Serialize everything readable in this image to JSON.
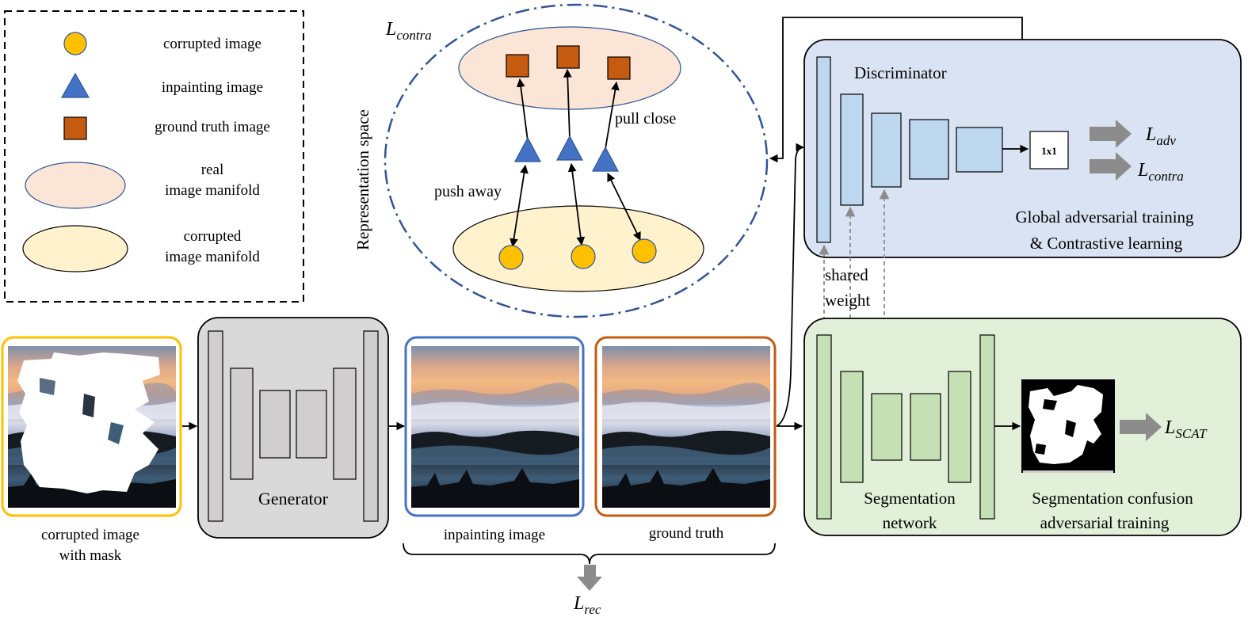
{
  "legend": {
    "items": [
      {
        "label": "corrupted image"
      },
      {
        "label": "inpainting image"
      },
      {
        "label": "ground truth image"
      },
      {
        "label_line1": "real",
        "label_line2": "image manifold"
      },
      {
        "label_line1": "corrupted",
        "label_line2": "image manifold"
      }
    ]
  },
  "representation": {
    "axis_label": "Representation  space",
    "loss_main": "L",
    "loss_sub": "contra",
    "pull_label": "pull close",
    "push_label": "push away"
  },
  "inputs": {
    "corrupted_line1": "corrupted image",
    "corrupted_line2": "with mask",
    "inpainting_label": "inpainting image",
    "ground_truth_label": "ground truth"
  },
  "generator": {
    "label": "Generator"
  },
  "rec_loss": {
    "main": "L",
    "sub": "rec"
  },
  "discriminator": {
    "title": "Discriminator",
    "conv_label": "1x1",
    "loss_adv_main": "L",
    "loss_adv_sub": "adv",
    "loss_contra_main": "L",
    "loss_contra_sub": "contra",
    "caption_line1": "Global adversarial training",
    "caption_line2": "& Contrastive learning"
  },
  "shared": {
    "line1": "shared",
    "line2": "weight"
  },
  "segmentation": {
    "net_line1": "Segmentation",
    "net_line2": "network",
    "caption_line1": "Segmentation  confusion",
    "caption_line2": "adversarial  training",
    "loss_main": "L",
    "loss_sub": "SCAT"
  },
  "colors": {
    "circle": "#FFC000",
    "triangle": "#4472C4",
    "square": "#C55A11",
    "real_manifold": "#FBE5D6",
    "corrupted_manifold": "#FFF2CC",
    "discriminator_bg": "#DAE3F3",
    "discriminator_block": "#BDD7EE",
    "segmentation_bg": "#E2F0D9",
    "segmentation_block": "#C5E0B4",
    "generator_bg": "#D9D9D9",
    "generator_block": "#D0CECE",
    "frame_corrupted": "#FFC000",
    "frame_inpainting": "#4472C4",
    "frame_ground_truth": "#C55A11",
    "loss_arrow": "#8C8C8C",
    "dashed_circle": "#2F5597"
  }
}
